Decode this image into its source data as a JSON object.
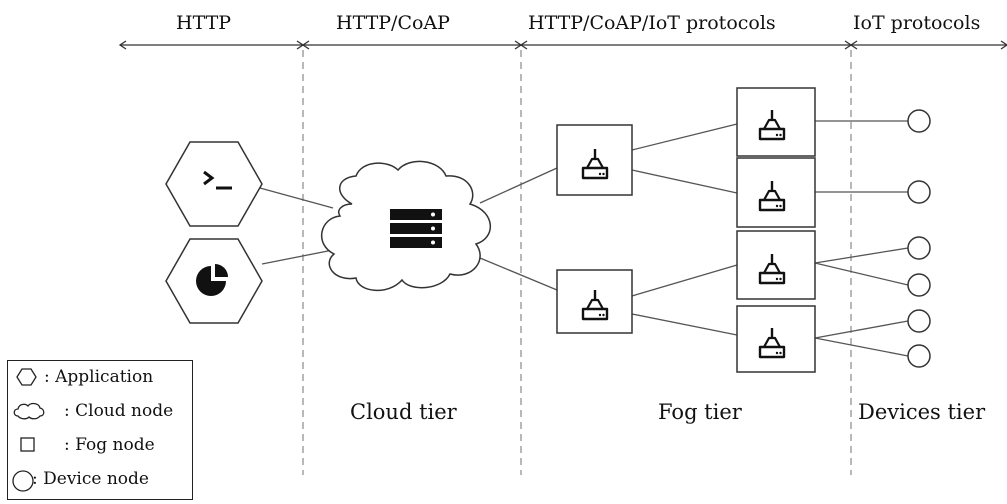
{
  "protocols": {
    "http": "HTTP",
    "http_coap": "HTTP/CoAP",
    "http_coap_iot": "HTTP/CoAP/IoT protocols",
    "iot": "IoT protocols"
  },
  "tiers": {
    "cloud": "Cloud tier",
    "fog": "Fog tier",
    "devices": "Devices tier"
  },
  "legend": {
    "application": ": Application",
    "cloud_node": ": Cloud node",
    "fog_node": ": Fog node",
    "device_node": ": Device node"
  },
  "icons": {
    "app_terminal": "terminal-icon",
    "app_chart": "pie-chart-icon",
    "cloud": "server-stack-icon",
    "fog": "router-icon",
    "device": "circle-icon"
  },
  "colors": {
    "stroke": "#222222",
    "divider": "#888888",
    "fill": "#ffffff"
  }
}
